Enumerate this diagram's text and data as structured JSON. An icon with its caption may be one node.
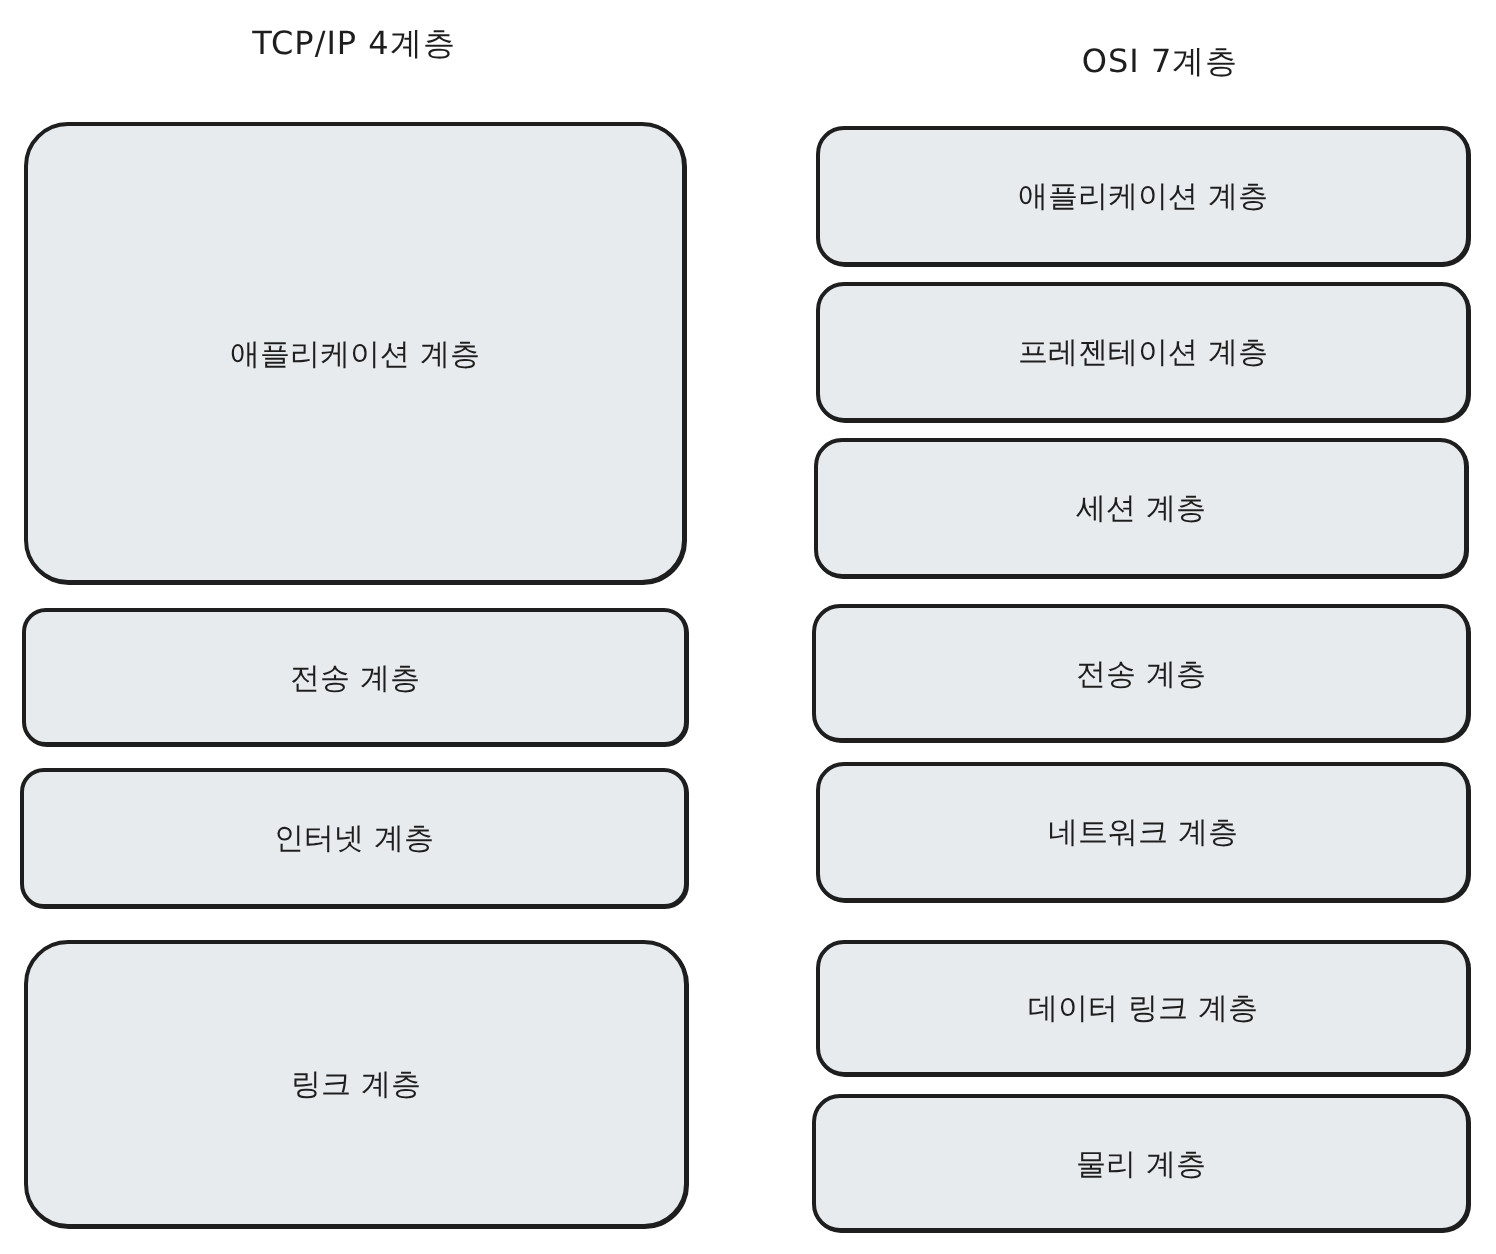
{
  "diagram": {
    "nodes": [
      {
        "text": [
          "애플리케이션 계층"
        ]
      },
      {
        "text": [
          "전송 계층"
        ]
      },
      {
        "text": [
          "인터넷 계층"
        ]
      },
      {
        "text": [
          "링크 계층"
        ]
      },
      {
        "text": [
          "애플리케이션 계층"
        ]
      },
      {
        "text": [
          "프레젠테이션 계층"
        ]
      },
      {
        "text": [
          "세션 계층"
        ]
      },
      {
        "text": [
          "전송 계층"
        ]
      },
      {
        "text": [
          "네트워크 계층"
        ]
      },
      {
        "text": [
          "데이터 링크 계층"
        ]
      },
      {
        "text": [
          "물리 계층"
        ]
      }
    ],
    "labels": [
      "TCP/IP 4계층",
      "OSI 7계층"
    ]
  }
}
